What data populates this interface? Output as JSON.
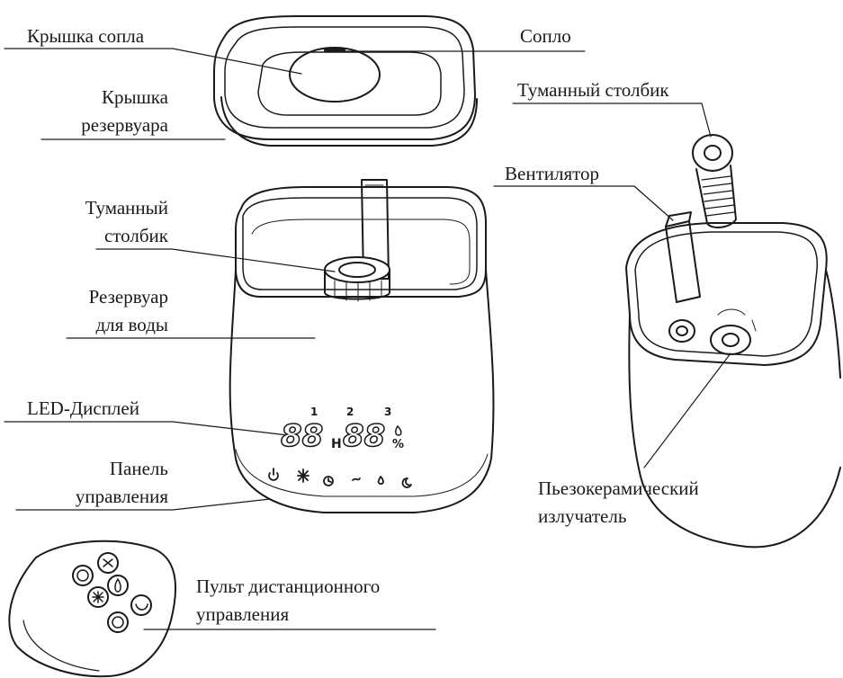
{
  "labels": {
    "nozzle_cover": "Крышка сопла",
    "nozzle": "Сопло",
    "tank_cover_1": "Крышка",
    "tank_cover_2": "резервуара",
    "mist_column_right": "Туманный столбик",
    "fan": "Вентилятор",
    "mist_column_left_1": "Туманный",
    "mist_column_left_2": "столбик",
    "water_tank_1": "Резервуар",
    "water_tank_2": "для воды",
    "led_display": "LED-Дисплей",
    "control_panel_1": "Панель",
    "control_panel_2": "управления",
    "piezo_1": "Пьезокерамический",
    "piezo_2": "излучатель",
    "remote_1": "Пульт дистанционного",
    "remote_2": "управления"
  },
  "display": {
    "digits_left": "88",
    "mode_letter": "H",
    "digits_right": "88",
    "percent": "%",
    "level_1": "1",
    "level_2": "2",
    "level_3": "3"
  },
  "colors": {
    "line": "#1a1a1a",
    "fill": "#ffffff"
  }
}
